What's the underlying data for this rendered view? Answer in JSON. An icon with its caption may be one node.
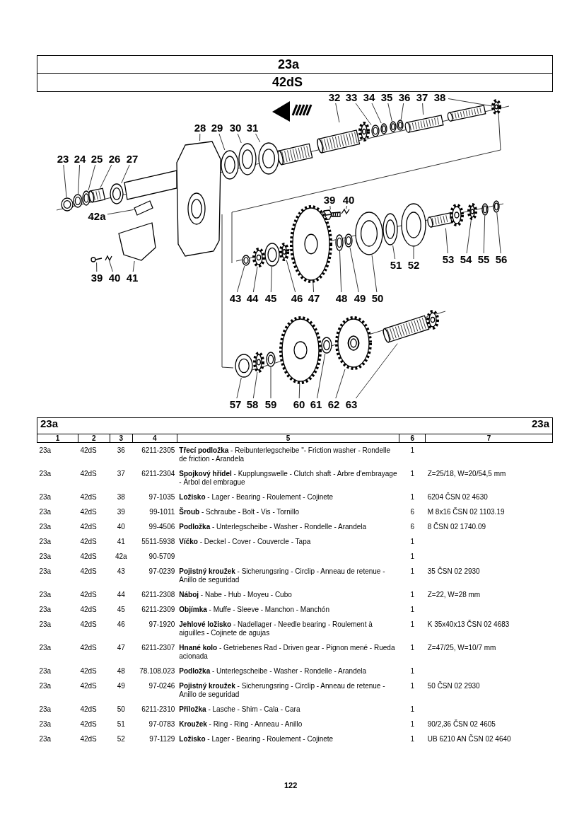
{
  "diagram": {
    "nodes": [
      {
        "text": [
          "32"
        ]
      },
      {
        "text": [
          "33"
        ]
      },
      {
        "text": [
          "34"
        ]
      },
      {
        "text": [
          "35"
        ]
      },
      {
        "text": [
          "36"
        ]
      },
      {
        "text": [
          "37"
        ]
      },
      {
        "text": [
          "38"
        ]
      },
      {
        "text": [
          "28"
        ]
      },
      {
        "text": [
          "29"
        ]
      },
      {
        "text": [
          "30"
        ]
      },
      {
        "text": [
          "31"
        ]
      },
      {
        "text": [
          "23"
        ]
      },
      {
        "text": [
          "24"
        ]
      },
      {
        "text": [
          "25"
        ]
      },
      {
        "text": [
          "26"
        ]
      },
      {
        "text": [
          "27"
        ]
      },
      {
        "text": [
          "42a"
        ]
      },
      {
        "text": [
          "39"
        ]
      },
      {
        "text": [
          "40"
        ]
      },
      {
        "text": [
          "39"
        ]
      },
      {
        "text": [
          "40"
        ]
      },
      {
        "text": [
          "41"
        ]
      },
      {
        "text": [
          "51"
        ]
      },
      {
        "text": [
          "52"
        ]
      },
      {
        "text": [
          "53"
        ]
      },
      {
        "text": [
          "54"
        ]
      },
      {
        "text": [
          "55"
        ]
      },
      {
        "text": [
          "56"
        ]
      },
      {
        "text": [
          "43"
        ]
      },
      {
        "text": [
          "44"
        ]
      },
      {
        "text": [
          "45"
        ]
      },
      {
        "text": [
          "46"
        ]
      },
      {
        "text": [
          "47"
        ]
      },
      {
        "text": [
          "48"
        ]
      },
      {
        "text": [
          "49"
        ]
      },
      {
        "text": [
          "50"
        ]
      },
      {
        "text": [
          "57"
        ]
      },
      {
        "text": [
          "58"
        ]
      },
      {
        "text": [
          "59"
        ]
      },
      {
        "text": [
          "60"
        ]
      },
      {
        "text": [
          "61"
        ]
      },
      {
        "text": [
          "62"
        ]
      },
      {
        "text": [
          "63"
        ]
      },
      {
        "text": [],
        "shape": "picture"
      },
      {
        "text": [],
        "shape": "picture"
      },
      {
        "text": [],
        "shape": "picture"
      },
      {
        "text": [],
        "shape": "picture"
      },
      {
        "text": [],
        "shape": "picture"
      },
      {
        "text": [],
        "shape": "picture"
      },
      {
        "text": [],
        "shape": "picture"
      },
      {
        "text": [],
        "shape": "picture"
      },
      {
        "text": [],
        "shape": "picture"
      },
      {
        "text": [],
        "shape": "picture"
      },
      {
        "text": [],
        "shape": "picture"
      },
      {
        "text": [],
        "shape": "picture"
      },
      {
        "text": [],
        "shape": "picture"
      },
      {
        "text": [],
        "shape": "picture"
      },
      {
        "text": [],
        "shape": "picture"
      },
      {
        "text": [],
        "shape": "picture"
      },
      {
        "text": [],
        "shape": "picture"
      },
      {
        "text": [],
        "shape": "picture"
      },
      {
        "text": [],
        "shape": "picture"
      },
      {
        "text": [],
        "shape": "picture"
      },
      {
        "text": [],
        "shape": "picture"
      },
      {
        "text": [],
        "shape": "picture"
      },
      {
        "text": [],
        "shape": "picture"
      },
      {
        "text": [],
        "shape": "picture"
      },
      {
        "text": [],
        "shape": "picture"
      },
      {
        "text": [],
        "shape": "picture"
      },
      {
        "text": [],
        "shape": "picture"
      },
      {
        "text": [],
        "shape": "picture"
      },
      {
        "text": [],
        "shape": "picture"
      },
      {
        "text": [],
        "shape": "picture"
      },
      {
        "text": [],
        "shape": "picture"
      },
      {
        "text": [],
        "shape": "picture"
      },
      {
        "text": [],
        "shape": "picture"
      },
      {
        "text": [],
        "shape": "picture"
      },
      {
        "text": [],
        "shape": "picture"
      },
      {
        "text": [],
        "shape": "picture"
      },
      {
        "text": [],
        "shape": "picture"
      },
      {
        "text": [],
        "shape": "picture"
      },
      {
        "text": [],
        "shape": "picture"
      },
      {
        "text": [],
        "shape": "picture"
      },
      {
        "text": [],
        "shape": "picture"
      },
      {
        "text": [],
        "shape": "picture"
      },
      {
        "text": [],
        "shape": "picture"
      }
    ],
    "edges": [
      {
        "from": 0,
        "to": 43,
        "arrow": "none"
      },
      {
        "from": 1,
        "to": 44,
        "arrow": "none"
      },
      {
        "from": 2,
        "to": 45,
        "arrow": "none"
      },
      {
        "from": 3,
        "to": 46,
        "arrow": "none"
      },
      {
        "from": 4,
        "to": 47,
        "arrow": "none"
      },
      {
        "from": 5,
        "to": 48,
        "arrow": "none"
      },
      {
        "from": 6,
        "to": 49,
        "arrow": "none"
      },
      {
        "from": 7,
        "to": 50,
        "arrow": "none"
      },
      {
        "from": 8,
        "to": 51,
        "arrow": "none"
      },
      {
        "from": 9,
        "to": 52,
        "arrow": "none"
      },
      {
        "from": 10,
        "to": 53,
        "arrow": "none"
      },
      {
        "from": 11,
        "to": 54,
        "arrow": "none"
      },
      {
        "from": 12,
        "to": 55,
        "arrow": "none"
      },
      {
        "from": 13,
        "to": 56,
        "arrow": "none"
      },
      {
        "from": 14,
        "to": 57,
        "arrow": "none"
      },
      {
        "from": 15,
        "to": 58,
        "arrow": "none"
      },
      {
        "from": 16,
        "to": 59,
        "arrow": "none"
      },
      {
        "from": 17,
        "to": 60,
        "arrow": "none"
      },
      {
        "from": 18,
        "to": 61,
        "arrow": "none"
      },
      {
        "from": 19,
        "to": 62,
        "arrow": "none"
      },
      {
        "from": 20,
        "to": 63,
        "arrow": "none"
      },
      {
        "from": 21,
        "to": 64,
        "arrow": "none"
      },
      {
        "from": 22,
        "to": 65,
        "arrow": "none"
      },
      {
        "from": 23,
        "to": 66,
        "arrow": "none"
      },
      {
        "from": 24,
        "to": 67,
        "arrow": "none"
      },
      {
        "from": 25,
        "to": 68,
        "arrow": "none"
      },
      {
        "from": 26,
        "to": 69,
        "arrow": "none"
      },
      {
        "from": 27,
        "to": 70,
        "arrow": "none"
      },
      {
        "from": 28,
        "to": 71,
        "arrow": "none"
      },
      {
        "from": 29,
        "to": 72,
        "arrow": "none"
      },
      {
        "from": 30,
        "to": 73,
        "arrow": "none"
      },
      {
        "from": 31,
        "to": 74,
        "arrow": "none"
      },
      {
        "from": 32,
        "to": 75,
        "arrow": "none"
      },
      {
        "from": 33,
        "to": 76,
        "arrow": "none"
      },
      {
        "from": 34,
        "to": 77,
        "arrow": "none"
      },
      {
        "from": 35,
        "to": 78,
        "arrow": "none"
      },
      {
        "from": 36,
        "to": 79,
        "arrow": "none"
      },
      {
        "from": 37,
        "to": 80,
        "arrow": "none"
      },
      {
        "from": 38,
        "to": 81,
        "arrow": "none"
      },
      {
        "from": 39,
        "to": 82,
        "arrow": "none"
      },
      {
        "from": 40,
        "to": 83,
        "arrow": "none"
      },
      {
        "from": 41,
        "to": 84,
        "arrow": "none"
      },
      {
        "from": 42,
        "to": 85,
        "arrow": "none"
      }
    ],
    "labels": [
      "23a",
      "42dS",
      "23a",
      "23a",
      "1",
      "2",
      "3",
      "4",
      "5",
      "6",
      "7",
      "23a",
      "42dS",
      "36",
      "6211-2305",
      "**Třecí podložka** - Reibunterlegscheibe \"- Friction washer - Rondelle de friction - Arandela",
      "1",
      "23a",
      "42dS",
      "37",
      "6211-2304",
      "**Spojkový hřídel** - Kupplungswelle - Clutch shaft - Arbre d'embrayage - Árbol del embrague",
      "1",
      "Z=25/18, W=20/54,5 mm",
      "23a",
      "42dS",
      "38",
      "97-1035",
      "**Ložisko** - Lager - Bearing - Roulement - Cojinete",
      "1",
      "6204 ČSN 02 4630",
      "23a",
      "42dS",
      "39",
      "99-1011",
      "**Šroub** - Schraube - Bolt - Vis - Tornillo",
      "6",
      "M 8x16 ČSN 02 1103.19",
      "23a",
      "42dS",
      "40",
      "99-4506",
      "**Podložka** - Unterlegscheibe - Washer - Rondelle - Arandela",
      "6",
      "8 ČSN 02 1740.09",
      "23a",
      "42dS",
      "41",
      "5511-5938",
      "**Víčko** - Deckel - Cover - Couvercle - Tapa",
      "1",
      "23a",
      "42dS",
      "42a",
      "90-5709",
      "1",
      "23a",
      "42dS",
      "43",
      "97-0239",
      "**Pojistný kroužek** - Sicherungsring - Circlip - Anneau de retenue - Anillo de seguridad",
      "1",
      "35 ČSN 02 2930",
      "23a",
      "42dS",
      "44",
      "6211-2308",
      "**Náboj** - Nabe - Hub - Moyeu - Cubo",
      "1",
      "Z=22, W=28 mm",
      "23a",
      "42dS",
      "45",
      "6211-2309",
      "**Objímka** - Muffe - Sleeve - Manchon - Manchón",
      "1",
      "23a",
      "42dS",
      "46",
      "97-1920",
      "**Jehlové ložisko** - Nadellager - Needle bearing - Roulement à aiguilles - Cojinete de agujas",
      "1",
      "K 35x40x13 ČSN 02 4683",
      "23a",
      "42dS",
      "47",
      "6211-2307",
      "**Hnané kolo** - Getriebenes Rad - Driven gear - Pignon mené - Rueda acionada",
      "1",
      "Z=47/25, W=10/7 mm",
      "23a",
      "42dS",
      "48",
      "78.108.023",
      "**Podložka** - Unterlegscheibe - Washer - Rondelle - Arandela",
      "1",
      "23a",
      "42dS",
      "49",
      "97-0246",
      "**Pojistný kroužek** - Sicherungsring - Circlip - Anneau de retenue - Anillo de seguridad",
      "1",
      "50 ČSN 02 2930",
      "23a",
      "42dS",
      "50",
      "6211-2310",
      "**Příložka** - Lasche - Shim - Cala - Cara",
      "1",
      "23a",
      "42dS",
      "51",
      "97-0783",
      "**Kroužek** - Ring - Ring - Anneau - Anillo",
      "1",
      "90/2,36 ČSN 02 4605",
      "23a",
      "42dS",
      "52",
      "97-1129",
      "**Ložisko** - Lager - Bearing - Roulement - Cojinete",
      "1",
      "UB 6210 AN ČSN 02 4640",
      "122"
    ]
  }
}
